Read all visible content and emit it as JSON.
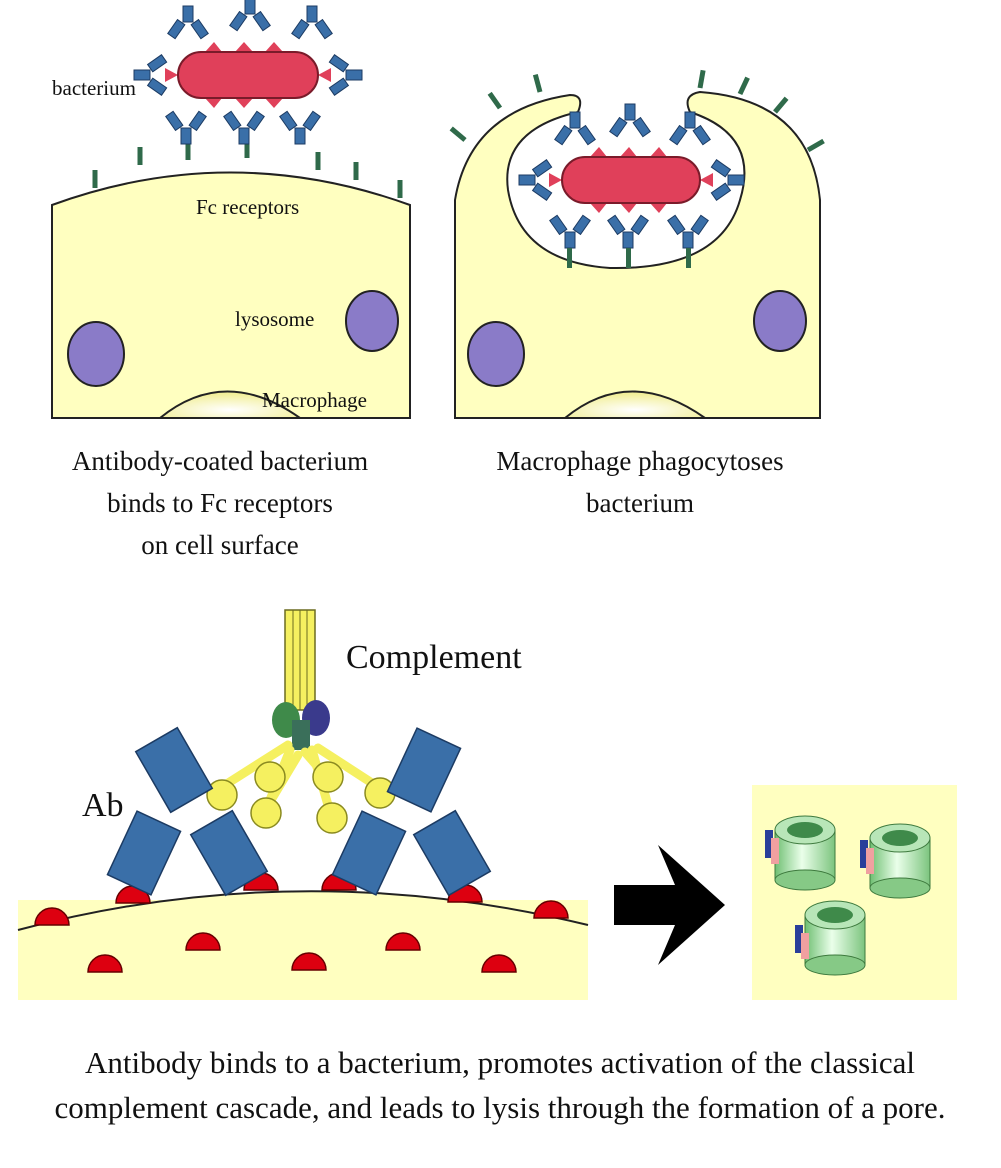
{
  "panel1": {
    "label_bacterium": "bacterium",
    "label_fc": "Fc receptors",
    "label_lysosome": "lysosome",
    "label_macrophage": "Macrophage",
    "caption_lines": [
      "Antibody-coated bacterium",
      "binds to Fc receptors",
      "on cell surface"
    ]
  },
  "panel2": {
    "caption_lines": [
      "Macrophage phagocytoses",
      "bacterium"
    ]
  },
  "panel3": {
    "label_complement": "Complement",
    "label_ab": "Ab"
  },
  "caption_bottom": [
    "Antibody binds to a bacterium, promotes activation of the classical",
    "complement cascade, and leads to lysis through the formation of a pore."
  ],
  "colors": {
    "cell": "#ffffc0",
    "bacterium": "#e0405a",
    "antibody": "#3a6fa8",
    "receptor": "#2f6a4a",
    "lysosome": "#8a7bc8",
    "complement": "#f5f060",
    "antigen": "#dd0010",
    "pore": "#8ccf8c"
  }
}
